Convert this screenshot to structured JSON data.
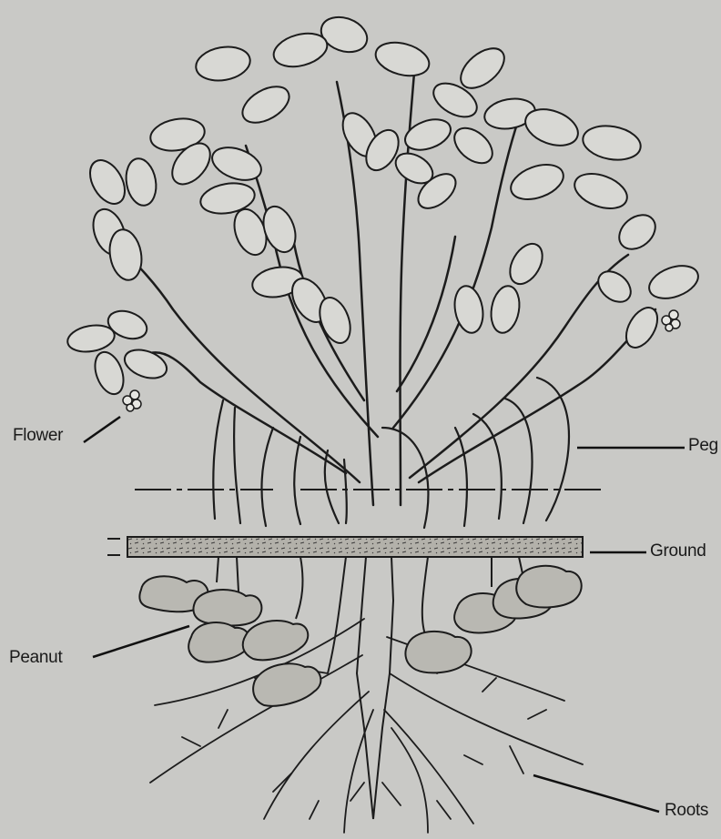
{
  "diagram": {
    "labels": {
      "flower": "Flower",
      "peg": "Peg",
      "ground": "Ground",
      "peanut": "Peanut",
      "roots": "Roots"
    },
    "colors": {
      "background": "#c9c9c6",
      "ink": "#1c1c1c",
      "ground_band": "#b3b1aa",
      "leaf_fill": "#d8d8d4",
      "peanut_fill": "#b9b8b2"
    }
  }
}
